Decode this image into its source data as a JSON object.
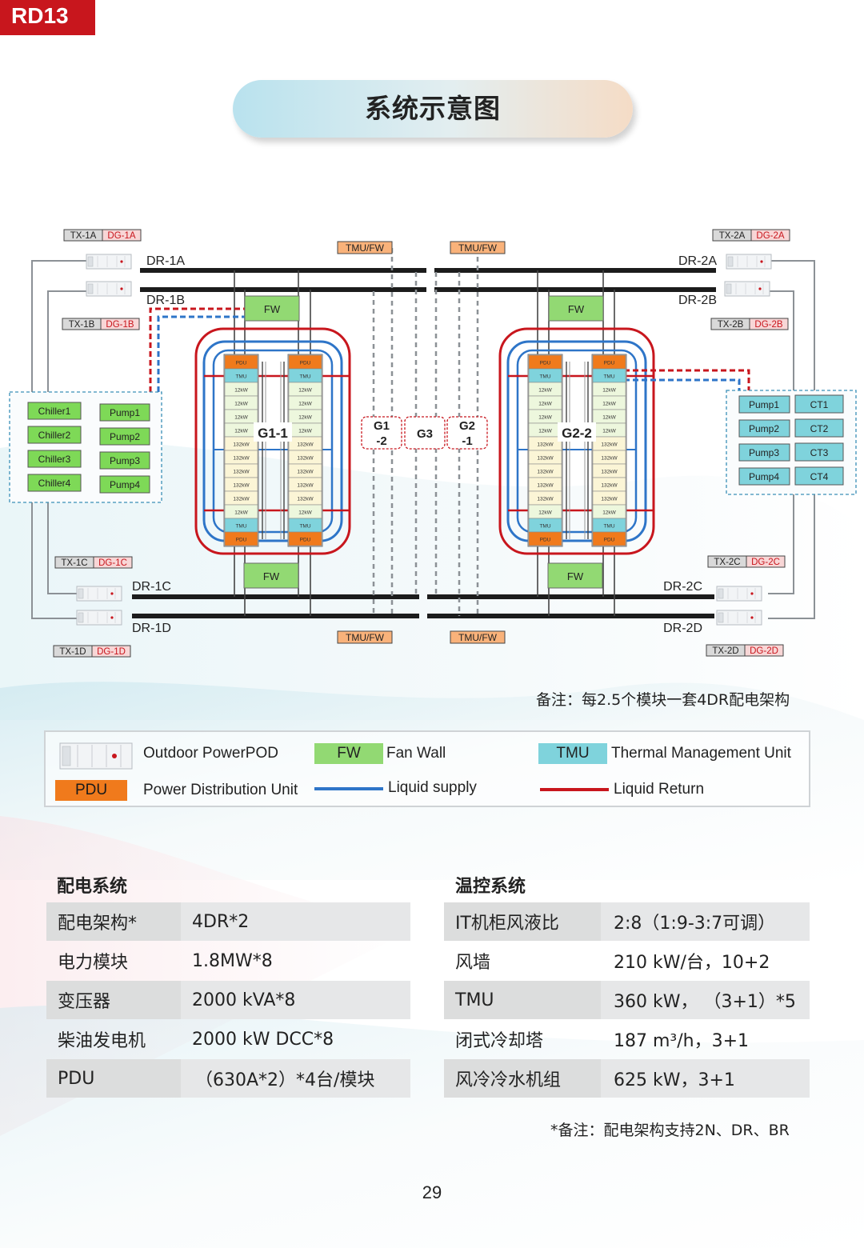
{
  "corner_tag": "RD13",
  "title": "系统示意图",
  "diagram": {
    "tx_dg": [
      {
        "tx": "TX-1A",
        "dg": "DG-1A"
      },
      {
        "tx": "TX-1B",
        "dg": "DG-1B"
      },
      {
        "tx": "TX-1C",
        "dg": "DG-1C"
      },
      {
        "tx": "TX-1D",
        "dg": "DG-1D"
      },
      {
        "tx": "TX-2A",
        "dg": "DG-2A"
      },
      {
        "tx": "TX-2B",
        "dg": "DG-2B"
      },
      {
        "tx": "TX-2C",
        "dg": "DG-2C"
      },
      {
        "tx": "TX-2D",
        "dg": "DG-2D"
      }
    ],
    "dr_labels": [
      "DR-1A",
      "DR-1B",
      "DR-1C",
      "DR-1D",
      "DR-2A",
      "DR-2B",
      "DR-2C",
      "DR-2D"
    ],
    "tmu_fw": "TMU/FW",
    "fw": "FW",
    "rack_cells": [
      "PDU",
      "TMU",
      "12kW",
      "12kW",
      "12kW",
      "12kW",
      "132kW",
      "132kW",
      "132kW",
      "132kW",
      "132kW",
      "12kW",
      "TMU",
      "PDU"
    ],
    "groups": {
      "g11": "G1-1",
      "g12a": "G1",
      "g12b": "-2",
      "g3": "G3",
      "g21a": "G2",
      "g21b": "-1",
      "g22": "G2-2"
    },
    "chillers": [
      "Chiller1",
      "Chiller2",
      "Chiller3",
      "Chiller4"
    ],
    "pumps": [
      "Pump1",
      "Pump2",
      "Pump3",
      "Pump4"
    ],
    "cts": [
      "CT1",
      "CT2",
      "CT3",
      "CT4"
    ],
    "colors": {
      "pdu": "#f07a1c",
      "tmu": "#7fd3dc",
      "fw": "#92d973",
      "chiller": "#7ed957",
      "supply": "#2e75c8",
      "return": "#c8161d",
      "tag": "#c8161d"
    }
  },
  "note_modules": "备注：每2.5个模块一套4DR配电架构",
  "legend": {
    "powerpod": "Outdoor PowerPOD",
    "fw_tag": "FW",
    "fw_label": "Fan Wall",
    "tmu_tag": "TMU",
    "tmu_label": "Thermal Management Unit",
    "pdu_tag": "PDU",
    "pdu_label": "Power Distribution Unit",
    "supply_label": "Liquid supply",
    "return_label": "Liquid Return"
  },
  "power": {
    "title": "配电系统",
    "rows": [
      {
        "k": "配电架构*",
        "v": "4DR*2"
      },
      {
        "k": "电力模块",
        "v": "1.8MW*8"
      },
      {
        "k": "变压器",
        "v": "2000 kVA*8"
      },
      {
        "k": "柴油发电机",
        "v": "2000 kW DCC*8"
      },
      {
        "k": "PDU",
        "v": "（630A*2）*4台/模块"
      }
    ]
  },
  "thermal": {
    "title": "温控系统",
    "rows": [
      {
        "k": "IT机柜风液比",
        "v": "2:8（1:9-3:7可调）"
      },
      {
        "k": "风墙",
        "v": "210 kW/台，10+2"
      },
      {
        "k": "TMU",
        "v": "360 kW，  （3+1）*5"
      },
      {
        "k": "闭式冷却塔",
        "v": "187 m³/h，3+1"
      },
      {
        "k": "风冷冷水机组",
        "v": "625 kW，3+1"
      }
    ]
  },
  "note_dr": "*备注：配电架构支持2N、DR、BR",
  "page_number": "29"
}
